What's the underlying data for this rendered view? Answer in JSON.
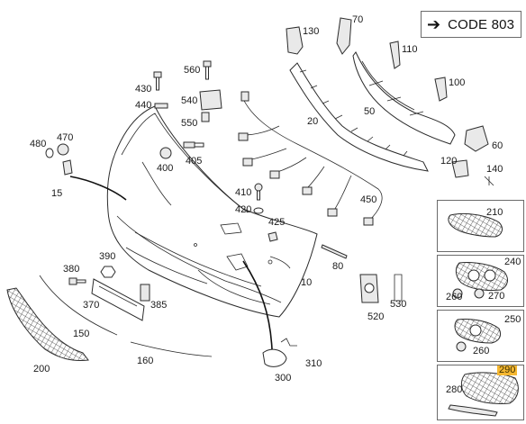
{
  "code_box": {
    "arrow_icon": "right-arrow-icon",
    "label": "CODE 803"
  },
  "callouts": {
    "p130": "130",
    "p70": "70",
    "p110": "110",
    "p100": "100",
    "p560": "560",
    "p430": "430",
    "p540": "540",
    "p440": "440",
    "p550": "550",
    "p20": "20",
    "p50": "50",
    "p480": "480",
    "p470": "470",
    "p400": "400",
    "p405": "405",
    "p60": "60",
    "p120": "120",
    "p140": "140",
    "p15": "15",
    "p410": "410",
    "p450": "450",
    "p420": "420",
    "p425": "425",
    "p80": "80",
    "p390": "390",
    "p380": "380",
    "p10": "10",
    "p370": "370",
    "p385": "385",
    "p520": "520",
    "p530": "530",
    "p150": "150",
    "p200": "200",
    "p160": "160",
    "p310": "310",
    "p300": "300"
  },
  "panels": {
    "panel1": {
      "p210": "210"
    },
    "panel2": {
      "p240": "240",
      "p260": "260",
      "p270": "270"
    },
    "panel3": {
      "p250": "250",
      "p260": "260"
    },
    "panel4": {
      "p290": "290",
      "p280": "280"
    }
  },
  "highlight_color": "#f5b731"
}
